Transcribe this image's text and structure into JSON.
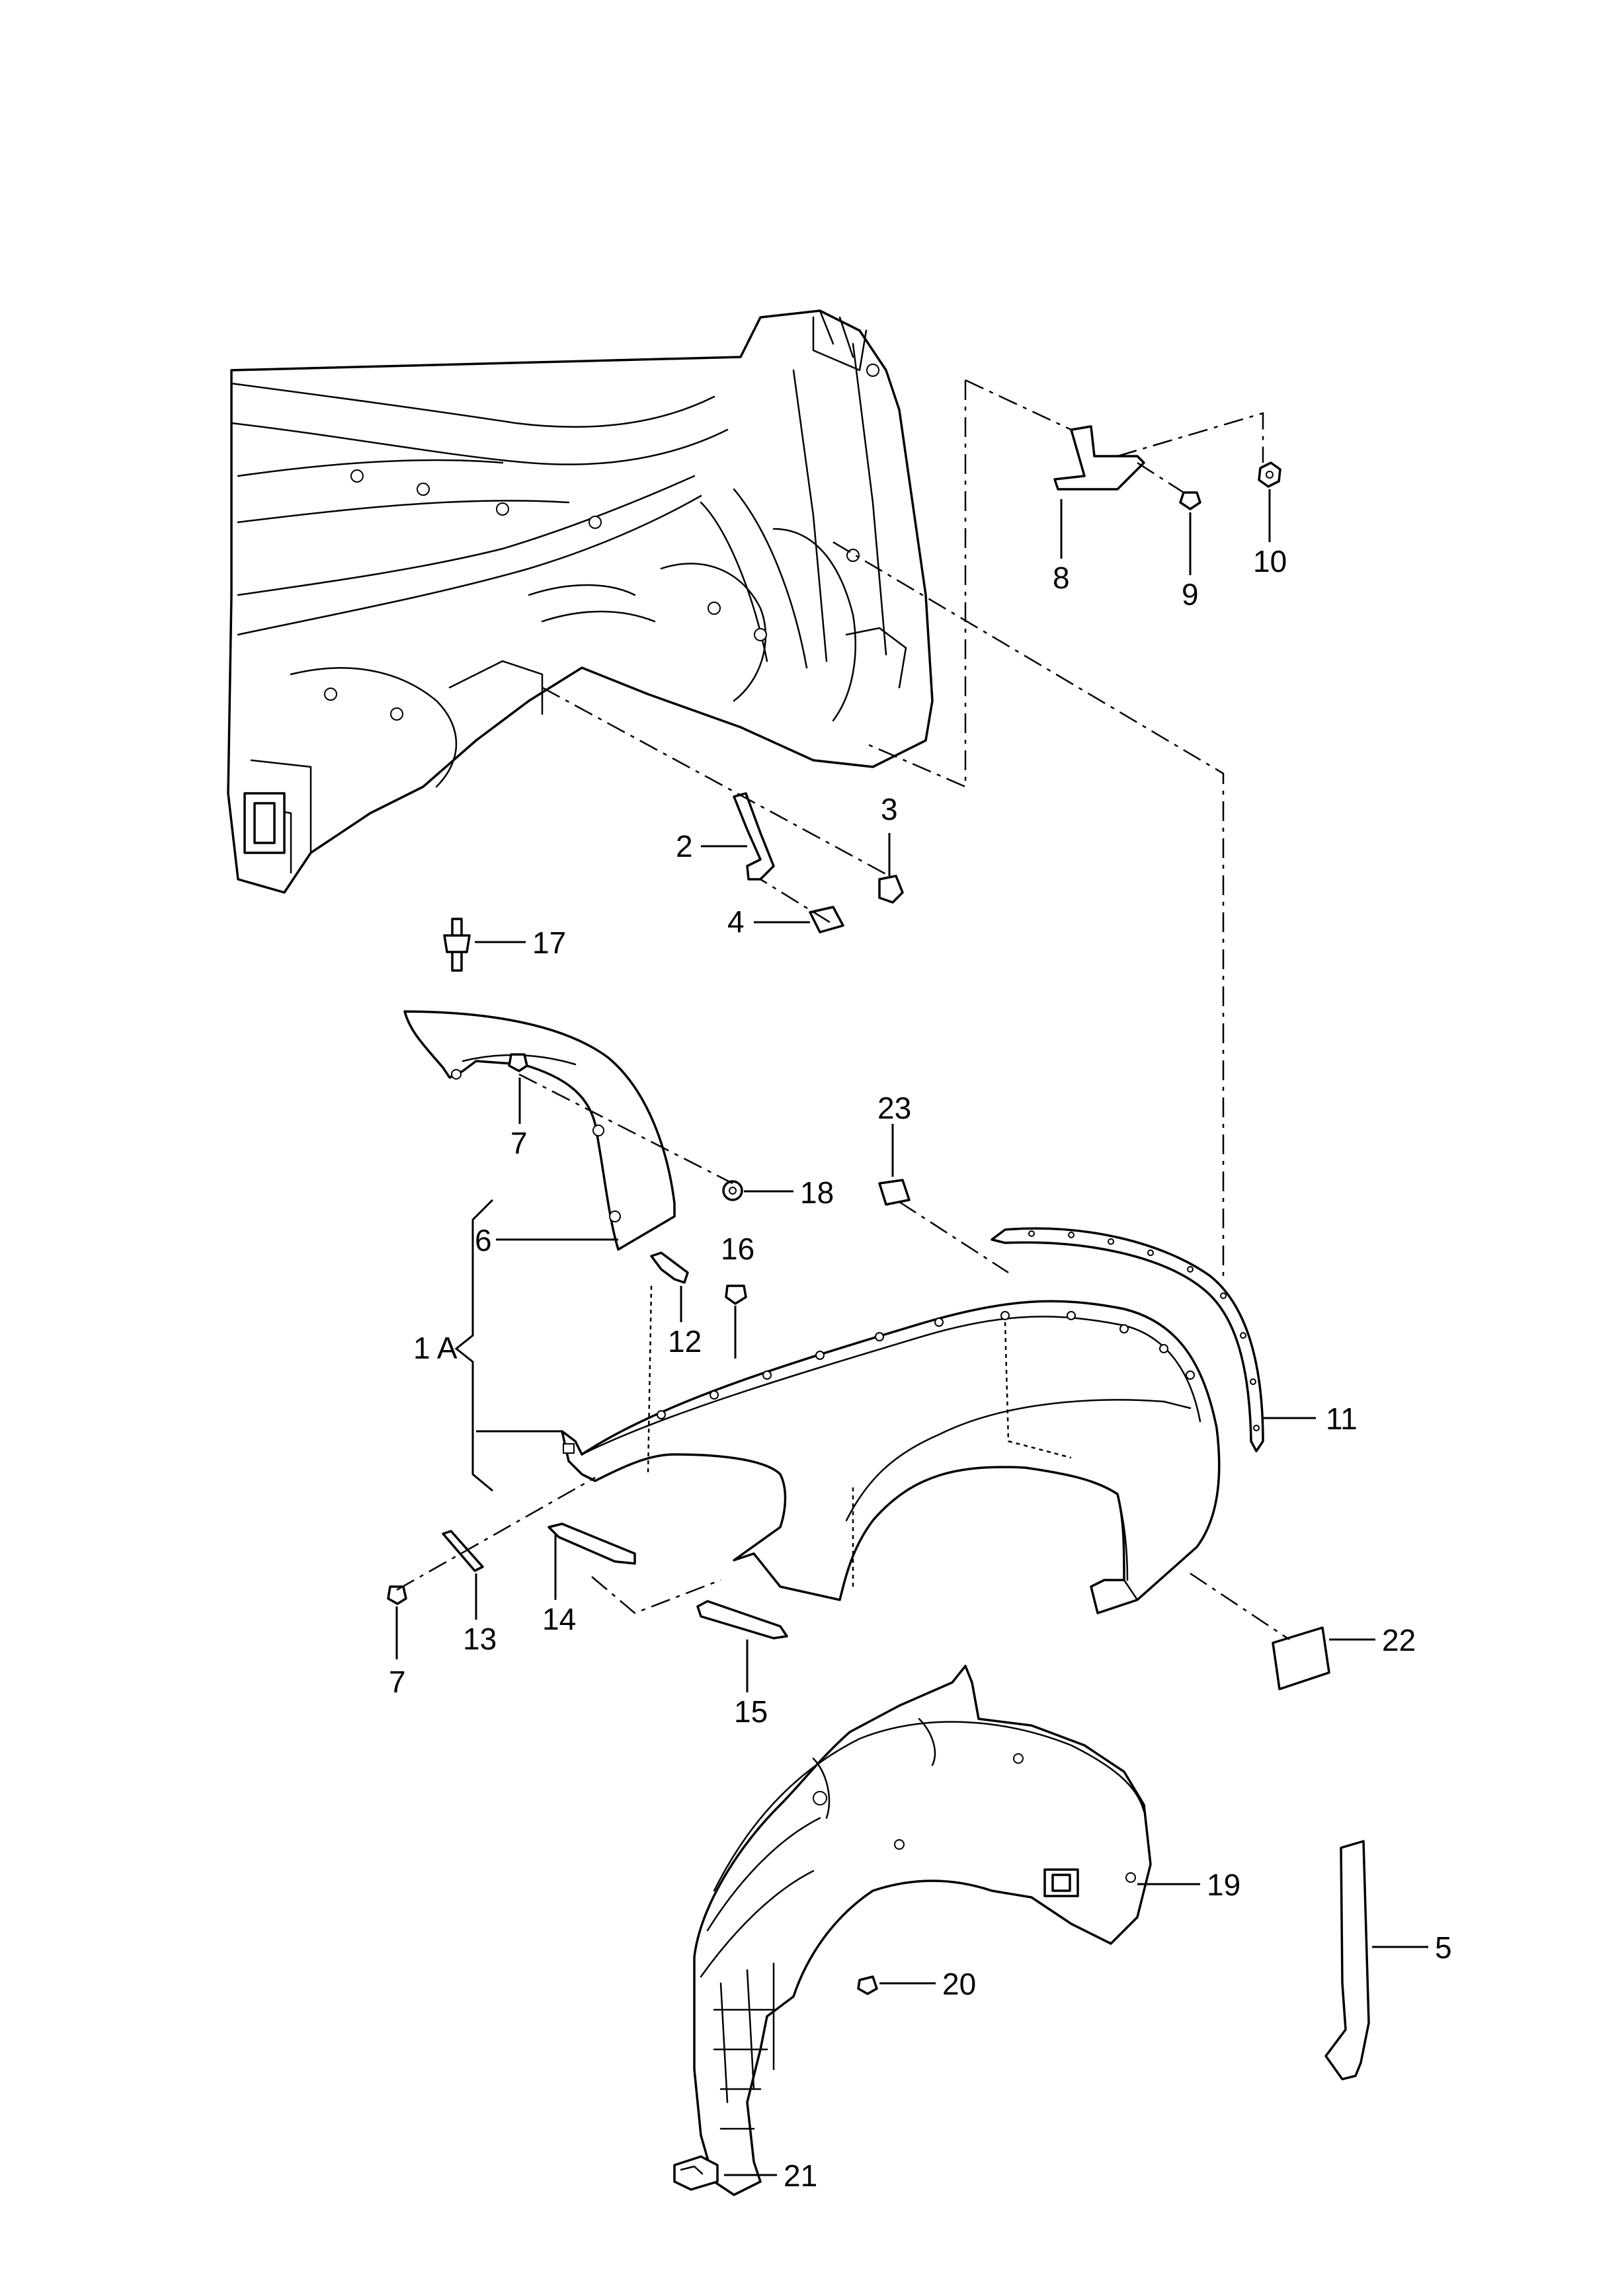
{
  "callouts": {
    "c1A": "1 A",
    "c2": "2",
    "c3": "3",
    "c4": "4",
    "c5": "5",
    "c6": "6",
    "c7a": "7",
    "c7b": "7",
    "c8": "8",
    "c9": "9",
    "c10": "10",
    "c11": "11",
    "c12": "12",
    "c13": "13",
    "c14": "14",
    "c15": "15",
    "c16": "16",
    "c17": "17",
    "c18": "18",
    "c19": "19",
    "c20": "20",
    "c21": "21",
    "c22": "22",
    "c23": "23"
  }
}
